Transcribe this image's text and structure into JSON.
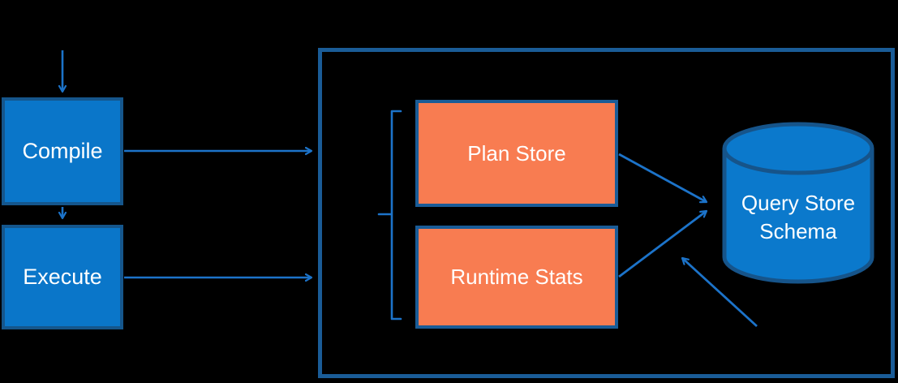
{
  "diagram": {
    "title": "Query Store data flow diagram",
    "background": "#000000",
    "nodes": {
      "compile": {
        "label": "Compile",
        "shape": "rectangle",
        "fill": "blue"
      },
      "execute": {
        "label": "Execute",
        "shape": "rectangle",
        "fill": "blue"
      },
      "plan_store": {
        "label": "Plan Store",
        "shape": "rectangle",
        "fill": "orange"
      },
      "runtime_stats": {
        "label": "Runtime Stats",
        "shape": "rectangle",
        "fill": "orange"
      },
      "query_store_schema": {
        "label": "Query Store Schema",
        "shape": "database-cylinder",
        "fill": "blue"
      },
      "outer_group": {
        "label": "",
        "shape": "container-rectangle"
      }
    },
    "edges": [
      {
        "from": "external-top",
        "to": "compile",
        "type": "arrow"
      },
      {
        "from": "compile",
        "to": "execute",
        "type": "arrow"
      },
      {
        "from": "compile",
        "to": "outer_group",
        "type": "arrow"
      },
      {
        "from": "execute",
        "to": "outer_group",
        "type": "arrow"
      },
      {
        "from": "plan_store",
        "to": "query_store_schema",
        "type": "arrow"
      },
      {
        "from": "runtime_stats",
        "to": "query_store_schema",
        "type": "arrow"
      },
      {
        "from": "external-bottom-right",
        "to": "query_store_schema",
        "type": "arrow"
      },
      {
        "from": "brace",
        "to": "plan_store,runtime_stats",
        "type": "grouping-brace"
      }
    ],
    "colors": {
      "background": "#000000",
      "node_blue_fill": "#0A76C9",
      "node_blue_border": "#15568C",
      "node_orange_fill": "#F87C51",
      "dark_blue_border": "#1A5C97",
      "arrow_color": "#1C73C9",
      "cylinder_fill": "#0B79CC",
      "cylinder_border": "#16548A",
      "text": "#FFFFFF"
    }
  }
}
